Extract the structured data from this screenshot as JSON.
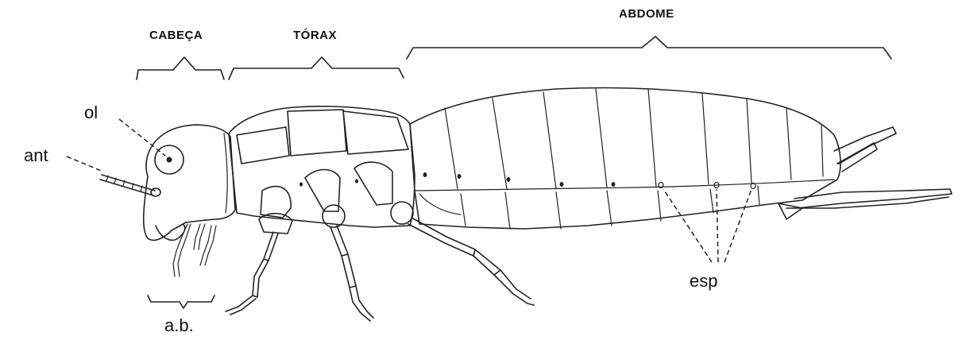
{
  "regions": {
    "head": "CABEÇA",
    "thorax": "TÓRAX",
    "abdomen": "ABDOME"
  },
  "parts": {
    "ocellus": "ol",
    "antenna": "ant",
    "mouthparts": "a.b.",
    "spiracles": "esp"
  }
}
